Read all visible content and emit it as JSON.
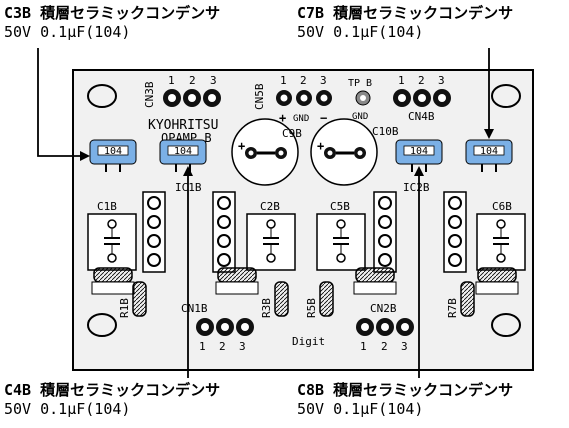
{
  "callouts": {
    "c3b": {
      "line1": "C3B 積層セラミックコンデンサ",
      "line2": "50V 0.1μF(104)"
    },
    "c7b": {
      "line1": "C7B 積層セラミックコンデンサ",
      "line2": "50V 0.1μF(104)"
    },
    "c4b": {
      "line1": "C4B 積層セラミックコンデンサ",
      "line2": "50V 0.1μF(104)"
    },
    "c8b": {
      "line1": "C8B 積層セラミックコンデンサ",
      "line2": "50V 0.1μF(104)"
    }
  },
  "board": {
    "brand": "KYOHRITSU",
    "product": "OPAMP B",
    "footer": "Digit",
    "colors": {
      "board": "#f1f1f1",
      "capacitor": "#7bb0e6",
      "pad": "#1a1a1a"
    }
  },
  "silkscreen": {
    "cn3b": "CN3B",
    "cn5b": "CN5B",
    "cn4b": "CN4B",
    "cn1b": "CN1B",
    "cn2b": "CN2B",
    "tp": "TP B",
    "gnd": "GND",
    "gnd2": "GND",
    "plus": "+",
    "minus": "−",
    "c1b": "C1B",
    "c2b": "C2B",
    "c5b": "C5B",
    "c6b": "C6B",
    "c9b": "C9B",
    "c10b": "C10B",
    "r1b": "R1B",
    "r3b": "R3B",
    "r5b": "R5B",
    "r7b": "R7B",
    "ic1b": "IC1B",
    "ic2b": "IC2B",
    "pin1": "1",
    "pin2": "2",
    "pin3": "3"
  },
  "capacitors": {
    "code": "104"
  }
}
